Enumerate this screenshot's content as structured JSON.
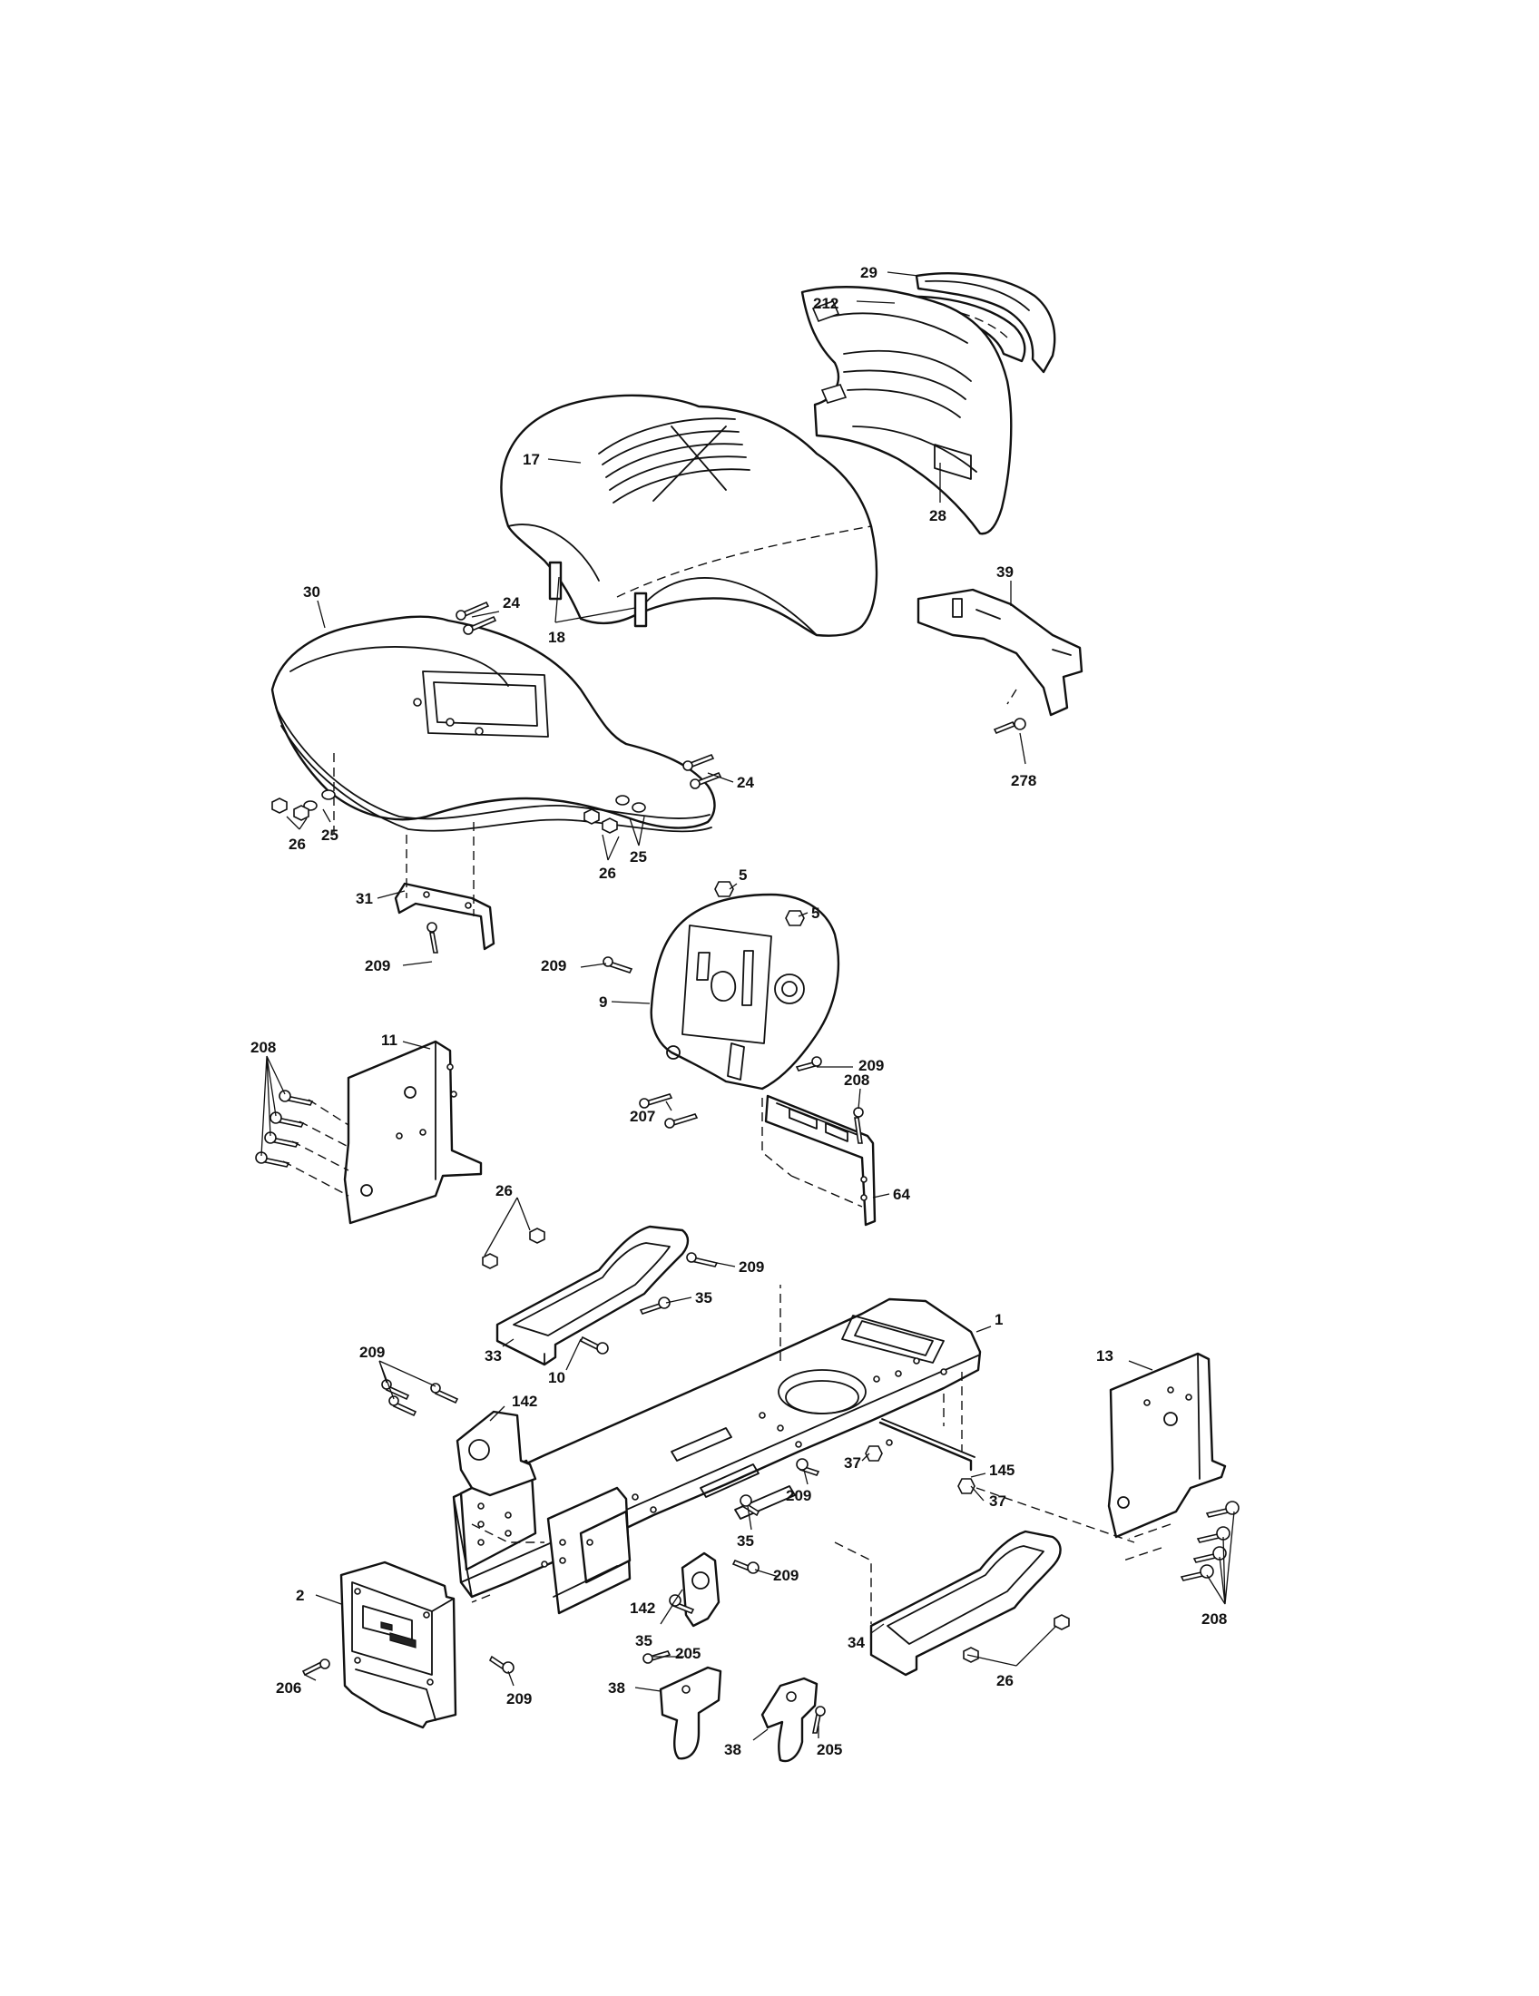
{
  "diagram": {
    "callouts": [
      "29",
      "212",
      "17",
      "28",
      "39",
      "30",
      "24",
      "18",
      "278",
      "24",
      "25",
      "26",
      "26",
      "25",
      "5",
      "5",
      "31",
      "209",
      "209",
      "9",
      "209",
      "208",
      "11",
      "207",
      "208",
      "64",
      "26",
      "209",
      "35",
      "33",
      "10",
      "1",
      "209",
      "142",
      "13",
      "37",
      "145",
      "37",
      "209",
      "35",
      "209",
      "2",
      "142",
      "35",
      "34",
      "26",
      "208",
      "205",
      "206",
      "209",
      "38",
      "38",
      "205"
    ]
  },
  "colors": {
    "ink": "#111111",
    "paper": "#ffffff"
  }
}
